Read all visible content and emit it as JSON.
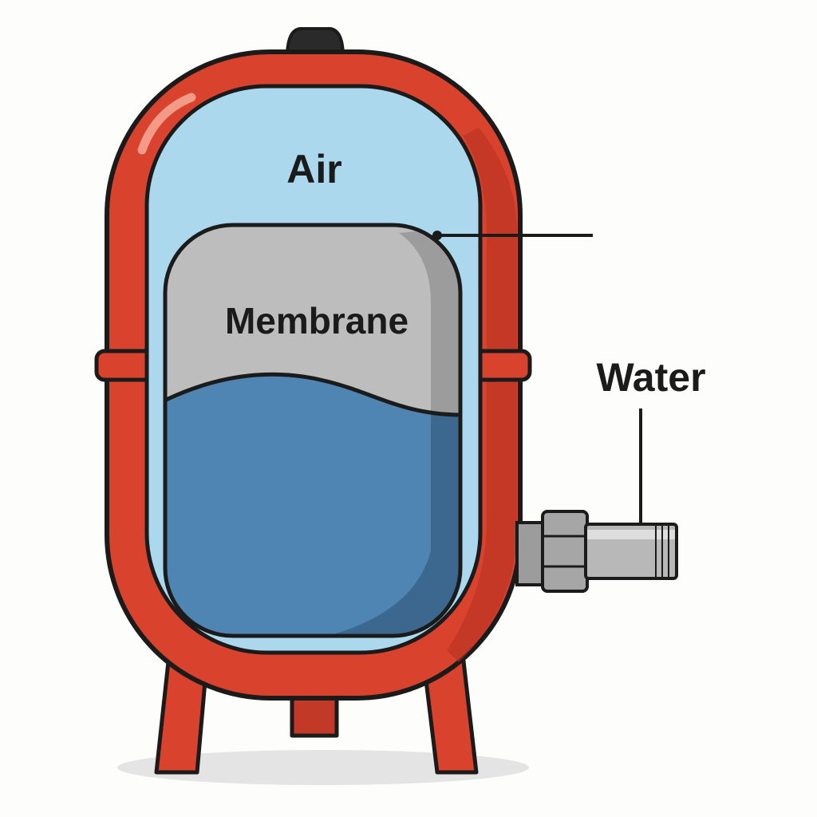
{
  "labels": {
    "air": "Air",
    "membrane": "Membrane",
    "water": "Water"
  },
  "colors": {
    "tank_red": "#d9432e",
    "tank_red_dark": "#b5301f",
    "air_blue": "#acd8ee",
    "membrane_gray": "#bdbdbd",
    "water_blue": "#4f85b3",
    "fitting_gray": "#a6a6a6",
    "outline": "#1b1b1b"
  },
  "icons": {
    "tank": "expansion-tank-icon",
    "valve": "air-valve-cap-icon",
    "fitting": "pipe-fitting-icon"
  }
}
